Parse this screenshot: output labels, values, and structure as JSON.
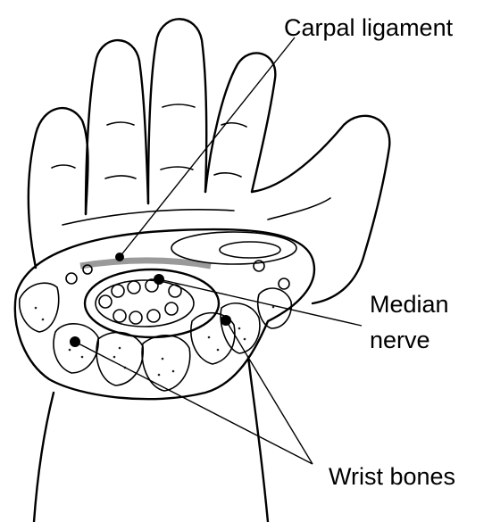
{
  "labels": {
    "carpal_ligament": "Carpal ligament",
    "median_nerve_line1": "Median",
    "median_nerve_line2": "nerve",
    "wrist_bones": "Wrist bones"
  }
}
